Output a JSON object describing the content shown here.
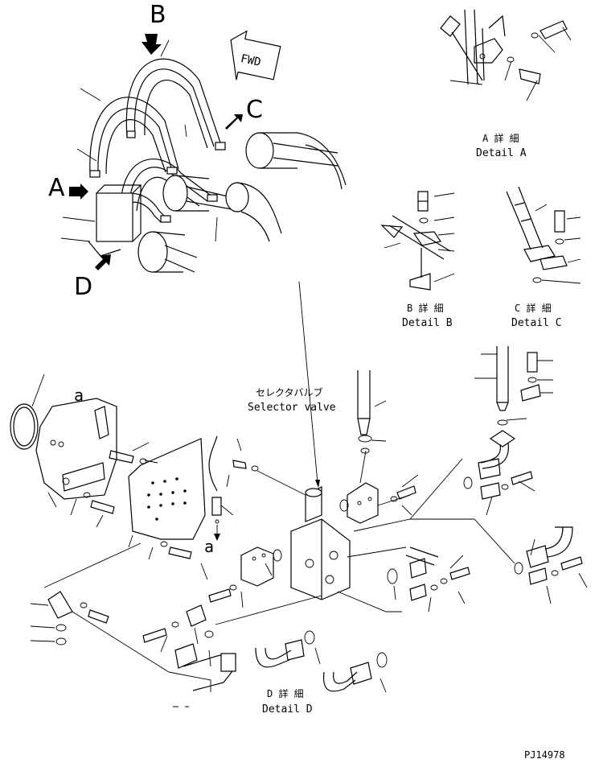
{
  "view_labels": {
    "a": "A",
    "b": "B",
    "c": "C",
    "d": "D"
  },
  "fwd_label": "FWD",
  "detail_a": {
    "jp": "A 詳 細",
    "en": "Detail A"
  },
  "detail_b": {
    "jp": "B 詳 細",
    "en": "Detail B"
  },
  "detail_c": {
    "jp": "C 詳 細",
    "en": "Detail C"
  },
  "detail_d": {
    "jp": "D 詳 細",
    "en": "Detail D"
  },
  "selector_valve": {
    "jp": "セレクタバルブ",
    "en": "Selector valve"
  },
  "connector_labels": {
    "a_top": "a",
    "a_bottom": "a"
  },
  "drawing_number": "PJ14978"
}
